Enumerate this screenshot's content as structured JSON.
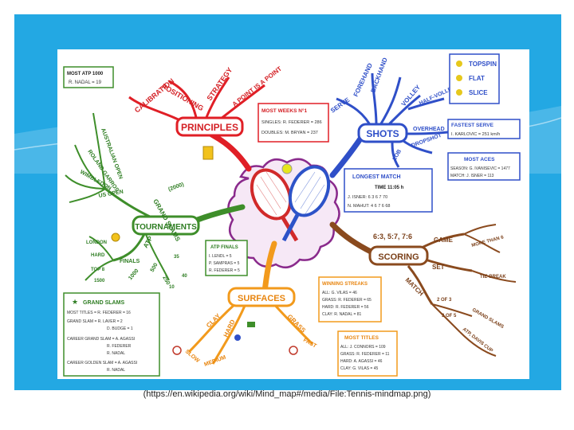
{
  "caption": "(https://en.wikipedia.org/wiki/Mind_map#/media/File:Tennis-mindmap.png)",
  "colors": {
    "banner": "#23a8e3",
    "principles": "#e01f26",
    "shots": "#2f4fc8",
    "tournaments": "#3e8e2a",
    "surfaces": "#f29a1c",
    "scoring": "#8a4a1e"
  },
  "mindmap": {
    "principles": {
      "label": "PRINCIPLES",
      "branches": [
        "CALIBRATION",
        "POSITIONING",
        "STRATEGY",
        "A POINT IS A POINT"
      ]
    },
    "shots": {
      "label": "SHOTS",
      "branches": [
        "SERVE",
        "FOREHAND",
        "BACKHAND",
        "VOLLEY",
        "HALF-VOLLEY",
        "OVERHEAD",
        "DROPSHOT",
        "LOB"
      ]
    },
    "tournaments": {
      "label": "TOURNAMENTS",
      "branches": [
        "GRAND SLAMS",
        "AUSTRALIAN OPEN",
        "ROLAND GARROS",
        "WIMBLEDON",
        "US OPEN",
        "ATP",
        "FINALS",
        "1000",
        "500",
        "250",
        "LONDON",
        "HARD",
        "TOP 8",
        "1500",
        "(2000)",
        "40",
        "35",
        "10"
      ]
    },
    "surfaces": {
      "label": "SURFACES",
      "branches": [
        "CLAY",
        "HARD",
        "GRASS",
        "SLOW",
        "MEDIUM",
        "FAST"
      ]
    },
    "scoring": {
      "label": "SCORING",
      "scores": "6:3, 5:7, 7:6",
      "branches": [
        "GAME",
        "SET",
        "MATCH",
        "MORE THAN 6",
        "TIE-BREAK",
        "2 OF 3",
        "3 OF 5",
        "GRAND SLAMS",
        "ATP, DAVIS CUP"
      ]
    }
  },
  "boxes": {
    "most_atp": {
      "title": "MOST ATP 1000",
      "line": "R. NADAL = 19"
    },
    "most_weeks": {
      "title": "MOST WEEKS N°1",
      "lines": [
        "SINGLES: R. FEDERER = 286",
        "DOUBLES: M. BRYAN = 237"
      ]
    },
    "shot_types": [
      "TOPSPIN",
      "FLAT",
      "SLICE"
    ],
    "fastest_serve": {
      "title": "FASTEST SERVE",
      "line": "I. KARLOVIC = 251 km/h"
    },
    "most_aces": {
      "title": "MOST ACES",
      "lines": [
        "SEASON: G. IVANISEVIC = 1477",
        "MATCH: J. ISNER = 113"
      ]
    },
    "longest_match": {
      "title": "LONGEST MATCH",
      "time": "TIME 11:05 h",
      "lines": [
        "J. ISNER: 6 3 6 7 70",
        "N. MAHUT: 4 6 7 6 68"
      ]
    },
    "atp_finals": {
      "title": "ATP FINALS",
      "lines": [
        "I. LENDL = 5",
        "P. SAMPRAS = 5",
        "R. FEDERER = 5"
      ]
    },
    "winning_streaks": {
      "title": "WINNING STREAKS",
      "lines": [
        "ALL: G. VILAS = 46",
        "GRASS: R. FEDERER = 65",
        "HARD: R. FEDERER = 56",
        "CLAY: R. NADAL = 81"
      ]
    },
    "most_titles": {
      "title": "MOST TITLES",
      "lines": [
        "ALL: J. CONNORS = 109",
        "GRASS: R. FEDERER = 11",
        "HARD: A. AGASSI = 46",
        "CLAY: G. VILAS = 45"
      ]
    },
    "grand_slams": {
      "title": "GRAND SLAMS",
      "lines": [
        "MOST TITLES = R. FEDERER = 16",
        "GRAND SLAM = R. LAVER = 2",
        "D. BUDGE = 1",
        "CAREER GRAND SLAM = A. AGASSI",
        "R. FEDERER",
        "R. NADAL",
        "CAREER GOLDEN SLAM = A. AGASSI",
        "R. NADAL"
      ]
    }
  }
}
